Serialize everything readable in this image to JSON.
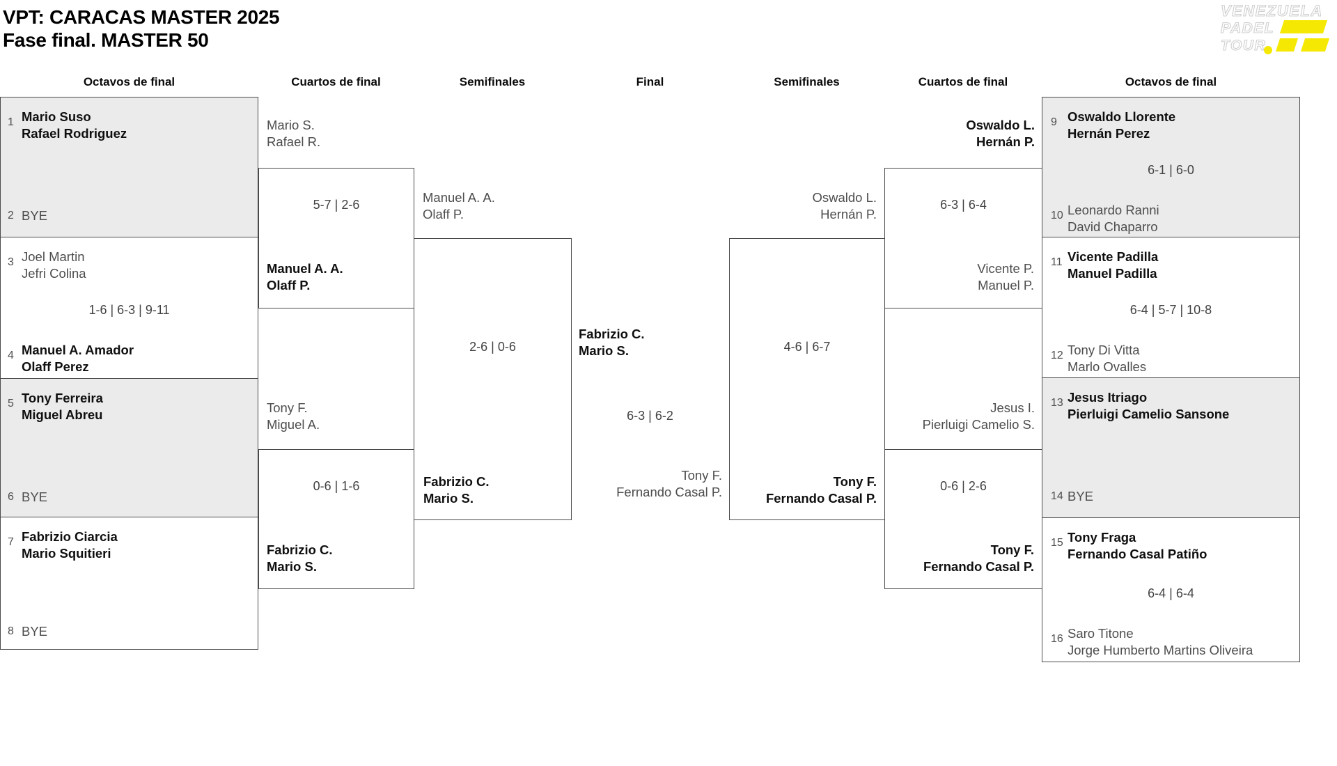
{
  "meta": {
    "event_title": "VPT: CARACAS MASTER 2025",
    "phase_title": "Fase final. MASTER 50"
  },
  "logo": {
    "word1": "VENEZUELA",
    "word2": "PADEL",
    "word3": "TOUR",
    "accent_color": "#F5E903"
  },
  "round_headers": {
    "oct_left": "Octavos de final",
    "qf_left": "Cuartos de final",
    "sf_left": "Semifinales",
    "final": "Final",
    "sf_right": "Semifinales",
    "qf_right": "Cuartos de final",
    "oct_right": "Octavos de final"
  },
  "oct_left": {
    "m1": {
      "seed_a": "1",
      "a1": "Mario Suso",
      "a2": "Rafael Rodriguez",
      "seed_b": "2",
      "bye": "BYE"
    },
    "m2": {
      "seed_a": "3",
      "a1": "Joel Martin",
      "a2": "Jefri Colina",
      "score": "1-6 | 6-3 | 9-11",
      "seed_b": "4",
      "b1": "Manuel A. Amador",
      "b2": "Olaff Perez"
    },
    "m3": {
      "seed_a": "5",
      "a1": "Tony Ferreira",
      "a2": "Miguel Abreu",
      "seed_b": "6",
      "bye": "BYE"
    },
    "m4": {
      "seed_a": "7",
      "a1": "Fabrizio Ciarcia",
      "a2": "Mario Squitieri",
      "seed_b": "8",
      "bye": "BYE"
    }
  },
  "qf_left": {
    "m1": {
      "top1": "Mario S.",
      "top2": "Rafael R.",
      "score": "5-7 | 2-6",
      "win1": "Manuel A. A.",
      "win2": "Olaff P."
    },
    "m2": {
      "top1": "Tony F.",
      "top2": "Miguel A.",
      "score": "0-6 | 1-6",
      "win1": "Fabrizio C.",
      "win2": "Mario S."
    }
  },
  "sf_left": {
    "top1": "Manuel A. A.",
    "top2": "Olaff P.",
    "score": "2-6 | 0-6",
    "win1": "Fabrizio C.",
    "win2": "Mario S."
  },
  "final": {
    "team1_l1": "Fabrizio C.",
    "team1_l2": "Mario S.",
    "score": "6-3 | 6-2",
    "team2_l1": "Tony F.",
    "team2_l2": "Fernando Casal P."
  },
  "sf_right": {
    "top1": "Oswaldo L.",
    "top2": "Hernán P.",
    "score": "4-6 | 6-7",
    "win1": "Tony F.",
    "win2": "Fernando Casal P."
  },
  "qf_right": {
    "m1": {
      "top1": "Oswaldo L.",
      "top2": "Hernán P.",
      "score": "6-3 | 6-4",
      "bot1": "Vicente P.",
      "bot2": "Manuel P."
    },
    "m2": {
      "top1": "Jesus I.",
      "top2": "Pierluigi Camelio S.",
      "score": "0-6 | 2-6",
      "bot1": "Tony F.",
      "bot2": "Fernando Casal P."
    }
  },
  "oct_right": {
    "m1": {
      "seed_a": "9",
      "a1": "Oswaldo Llorente",
      "a2": "Hernán Perez",
      "score": "6-1 | 6-0",
      "seed_b": "10",
      "b1": "Leonardo Ranni",
      "b2": "David Chaparro"
    },
    "m2": {
      "seed_a": "11",
      "a1": "Vicente Padilla",
      "a2": "Manuel Padilla",
      "score": "6-4 | 5-7 | 10-8",
      "seed_b": "12",
      "b1": "Tony Di Vitta",
      "b2": "Marlo Ovalles"
    },
    "m3": {
      "seed_a": "13",
      "a1": "Jesus Itriago",
      "a2": "Pierluigi Camelio Sansone",
      "seed_b": "14",
      "bye": "BYE"
    },
    "m4": {
      "seed_a": "15",
      "a1": "Tony Fraga",
      "a2": "Fernando Casal Patiño",
      "score": "6-4 | 6-4",
      "seed_b": "16",
      "b1": "Saro Titone",
      "b2": "Jorge Humberto Martins Oliveira"
    }
  }
}
